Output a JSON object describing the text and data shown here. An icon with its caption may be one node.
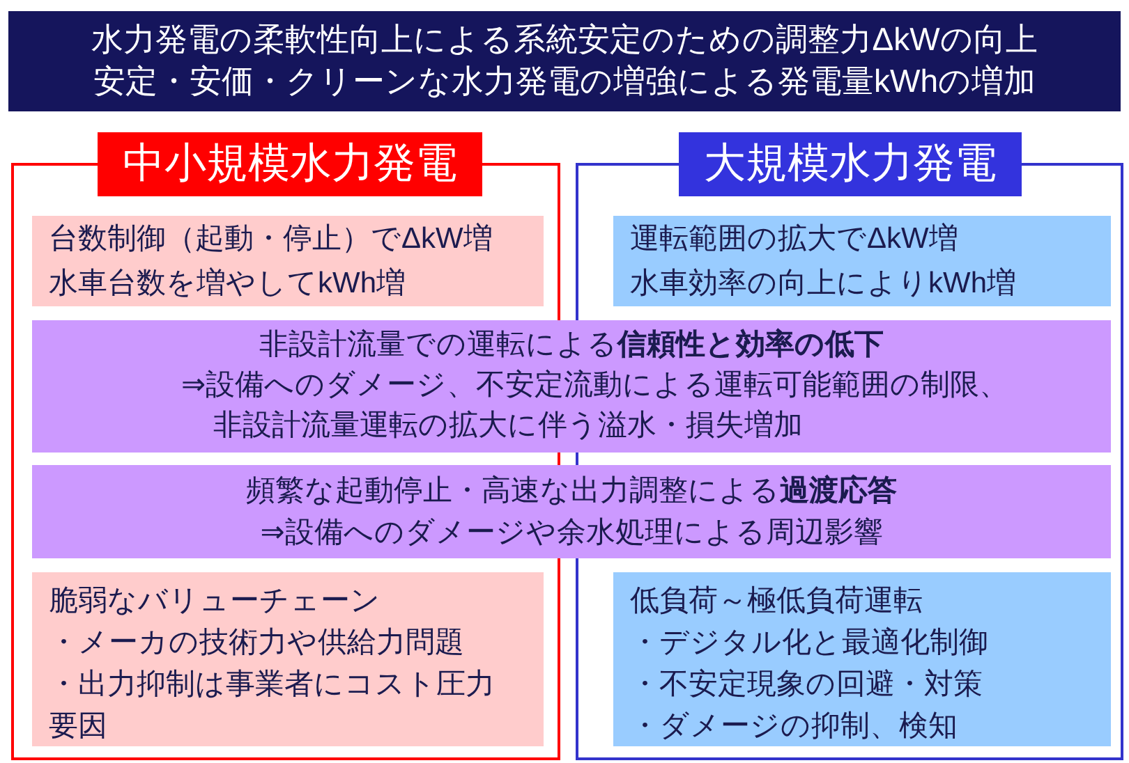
{
  "diagram": {
    "nodes": [
      {
        "text": [
          "水力発電の柔軟性向上による系統安定のための調整力ΔkWの向上",
          "安定・安価・クリーンな水力発電の増強による発電量kWhの増加"
        ]
      },
      {
        "text": [
          "中小規模水力発電"
        ]
      },
      {
        "text": [
          "大規模水力発電"
        ]
      },
      {
        "text": [
          "台数制御（起動・停止）でΔkW増",
          "水車台数を増やしてkWh増"
        ],
        "in": 1
      },
      {
        "text": [
          "運転範囲の拡大でΔkW増",
          "水車効率の向上によりkWh増"
        ],
        "in": 2
      },
      {
        "text": [
          "非設計流量での運転による**信頼性と効率の低下**",
          "⇒設備へのダメージ、不安定流動による運転可能範囲の制限、非設計流量運転の拡大に伴う溢水・損失増加"
        ]
      },
      {
        "text": [
          "頻繁な起動停止・高速な出力調整による**過渡応答**",
          "⇒設備へのダメージや余水処理による周辺影響"
        ]
      },
      {
        "text": [
          "脆弱なバリューチェーン",
          "・メーカの技術力や供給力問題",
          "・出力抑制は事業者にコスト圧力要因"
        ],
        "in": 1
      },
      {
        "text": [
          "低負荷～極低負荷運転",
          "・デジタル化と最適化制御",
          "・不安定現象の回避・対策",
          "・ダメージの抑制、検知"
        ],
        "in": 2
      }
    ]
  }
}
